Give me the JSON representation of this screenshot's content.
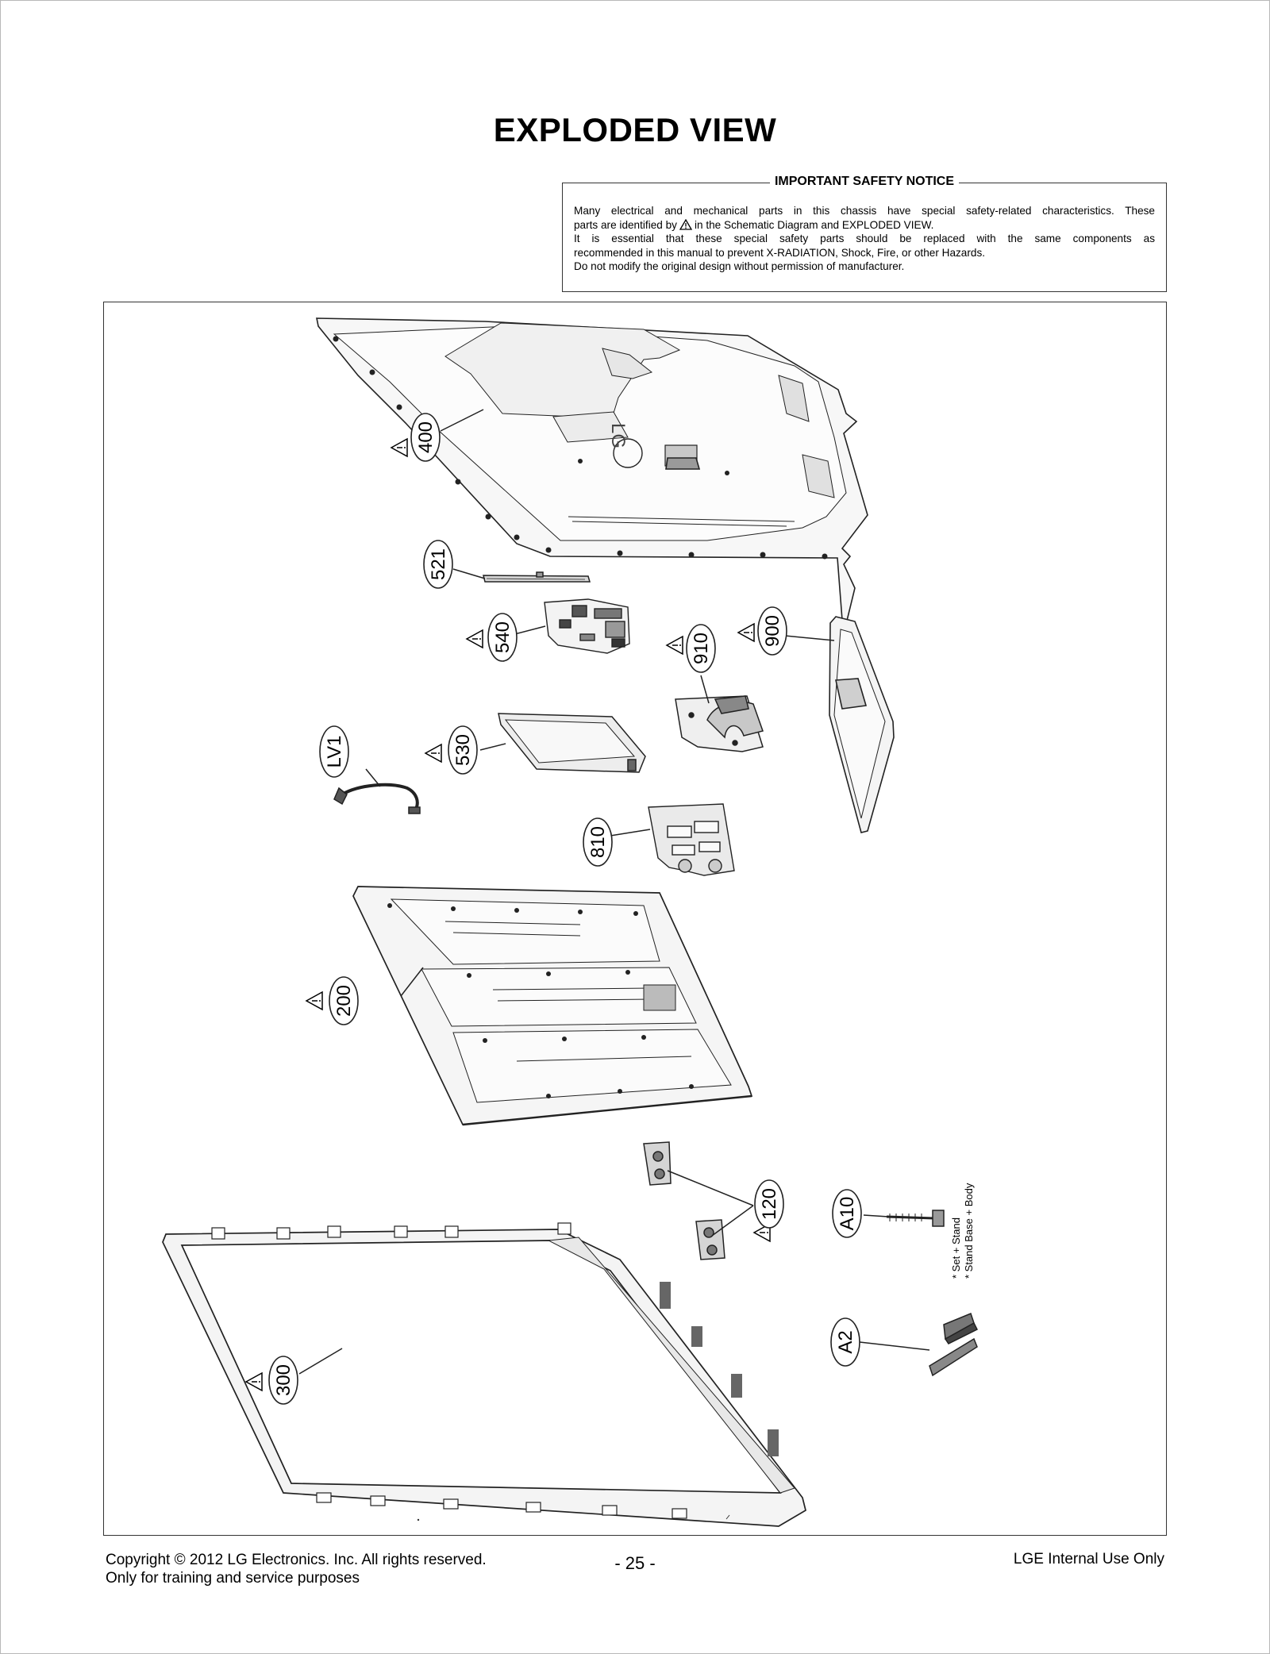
{
  "page": {
    "title": "EXPLODED VIEW"
  },
  "notice": {
    "title": "IMPORTANT SAFETY NOTICE",
    "line1": "Many electrical and mechanical parts in this chassis have special safety-related characteristics. These",
    "line2_pre": "parts are identified by",
    "line2_post": "in the Schematic Diagram and EXPLODED VIEW.",
    "line3": "It is essential that these special safety parts should be replaced with the same components as",
    "line4": "recommended in this manual to prevent X-RADIATION, Shock, Fire, or other Hazards.",
    "line5": "Do not modify the original design without permission of manufacturer."
  },
  "callouts": {
    "c400": "400",
    "c521": "521",
    "c540": "540",
    "c910": "910",
    "c900": "900",
    "c530": "530",
    "cLV1": "LV1",
    "c810": "810",
    "c200": "200",
    "c120": "120",
    "cA10": "A10",
    "cA2": "A2",
    "c300": "300"
  },
  "notes": {
    "screw_note1": "* Set + Stand",
    "screw_note2": "* Stand Base + Body"
  },
  "footer": {
    "copyright": "Copyright © 2012 LG Electronics. Inc. All rights reserved.",
    "purpose": "Only for training and service purposes",
    "page_number": "- 25 -",
    "internal": "LGE Internal Use Only"
  },
  "back_cover_logo": "LG"
}
